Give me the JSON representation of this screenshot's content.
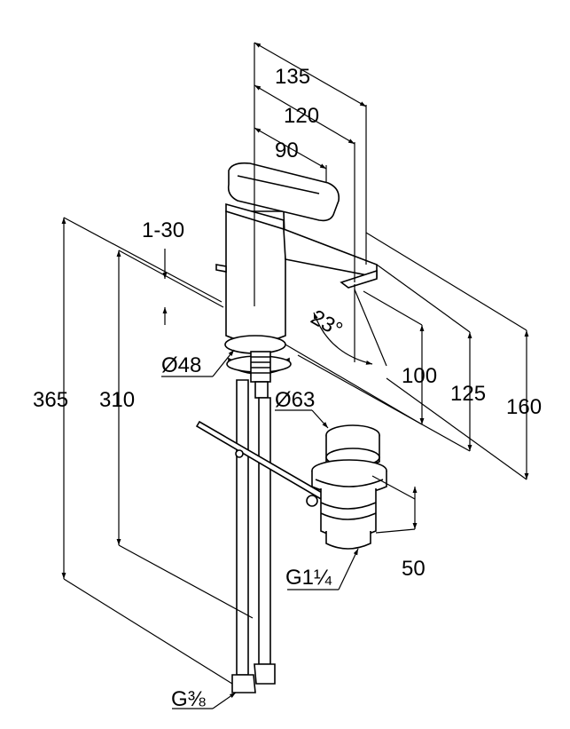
{
  "colors": {
    "line": "#000000",
    "background": "#ffffff"
  },
  "dimensions": {
    "d135": "135",
    "d120": "120",
    "d90": "90",
    "d1_30": "1-30",
    "d365": "365",
    "d310": "310",
    "d48": "Ø48",
    "d63": "Ø63",
    "d100": "100",
    "d125": "125",
    "d160": "160",
    "d50": "50",
    "angle": "23°",
    "g114": "G1¼",
    "g38": "G⅜"
  }
}
